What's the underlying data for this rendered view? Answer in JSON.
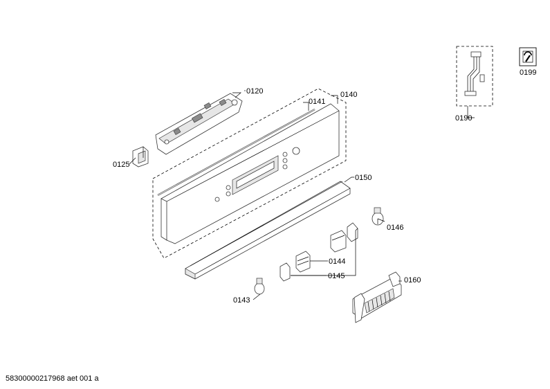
{
  "parts": {
    "p0120": "0120",
    "p0125": "0125",
    "p0140": "0140",
    "p0141": "0141",
    "p0143": "0143",
    "p0144": "0144",
    "p0145": "0145",
    "p0146": "0146",
    "p0150": "0150",
    "p0160": "0160",
    "p0190": "0190",
    "p0199": "0199"
  },
  "footer": "58300000217968 aet 001 a"
}
